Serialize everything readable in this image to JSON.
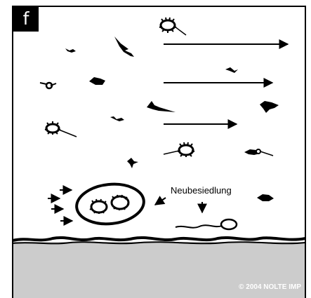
{
  "panel": {
    "label": "f"
  },
  "labels": {
    "recolonization": "Neubesiedlung"
  },
  "copyright": "© 2004 NOLTE IMP",
  "colors": {
    "ink": "#000000",
    "sediment": "#cccccc",
    "background": "#ffffff"
  },
  "icons": [
    "microbe-icon",
    "flow-arrow-icon",
    "biofilm-cluster-icon",
    "swimming-bacterium-icon"
  ]
}
